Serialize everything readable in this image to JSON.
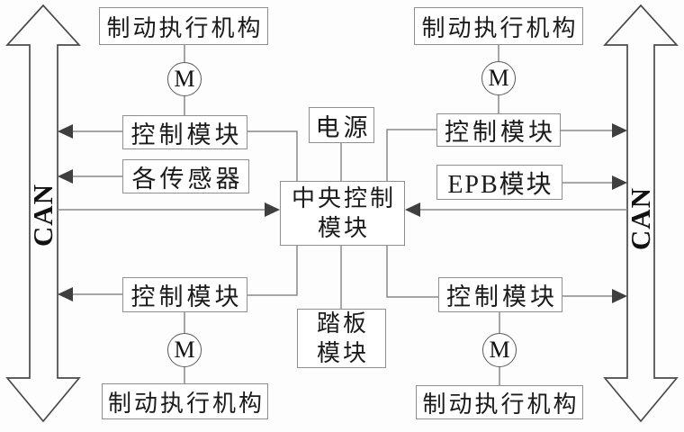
{
  "diagram": {
    "bus": {
      "left_label": "CAN",
      "right_label": "CAN"
    },
    "boxes": {
      "brake_actuator_tl": "制动执行机构",
      "brake_actuator_tr": "制动执行机构",
      "brake_actuator_bl": "制动执行机构",
      "brake_actuator_br": "制动执行机构",
      "control_tl": "控制模块",
      "control_tr": "控制模块",
      "control_bl": "控制模块",
      "control_br": "控制模块",
      "sensors": "各传感器",
      "power": "电源",
      "epb": "EPB模块",
      "central_line1": "中央控制",
      "central_line2": "模块",
      "pedal_line1": "踏板",
      "pedal_line2": "模块"
    },
    "motors": {
      "tl": "M",
      "tr": "M",
      "bl": "M",
      "br": "M"
    },
    "colors": {
      "line": "#8a8a8a",
      "arrowhead": "#3f3f3f",
      "can_outline": "#4a4a4a",
      "box_border": "#8f8f8f",
      "text": "#1b1b1b",
      "background": "#fdfdfd"
    },
    "connections": [
      {
        "from": "brake-actuator-top-left",
        "to": "motor-top-left"
      },
      {
        "from": "motor-top-left",
        "to": "control-module-top-left"
      },
      {
        "from": "control-module-top-left",
        "to": "can-bus-left",
        "arrowhead": "at-can"
      },
      {
        "from": "sensors",
        "to": "can-bus-left",
        "arrowhead": "at-can"
      },
      {
        "from": "can-bus-left",
        "to": "central-control-module",
        "arrowhead": "at-central"
      },
      {
        "from": "control-module-top-left",
        "to": "central-control-module"
      },
      {
        "from": "power",
        "to": "central-control-module"
      },
      {
        "from": "control-module-top-right",
        "to": "central-control-module"
      },
      {
        "from": "control-module-top-right",
        "to": "can-bus-right",
        "arrowhead": "at-can"
      },
      {
        "from": "epb-module",
        "to": "can-bus-right",
        "arrowhead": "at-can"
      },
      {
        "from": "can-bus-right",
        "to": "central-control-module",
        "arrowhead": "at-central"
      },
      {
        "from": "central-control-module",
        "to": "pedal-module"
      },
      {
        "from": "central-control-module",
        "to": "control-module-bottom-left"
      },
      {
        "from": "central-control-module",
        "to": "control-module-bottom-right"
      },
      {
        "from": "control-module-bottom-left",
        "to": "can-bus-left",
        "arrowhead": "at-can"
      },
      {
        "from": "control-module-bottom-right",
        "to": "can-bus-right",
        "arrowhead": "at-can"
      },
      {
        "from": "control-module-bottom-left",
        "to": "motor-bottom-left"
      },
      {
        "from": "motor-bottom-left",
        "to": "brake-actuator-bottom-left"
      },
      {
        "from": "control-module-bottom-right",
        "to": "motor-bottom-right"
      },
      {
        "from": "motor-bottom-right",
        "to": "brake-actuator-bottom-right"
      }
    ]
  }
}
